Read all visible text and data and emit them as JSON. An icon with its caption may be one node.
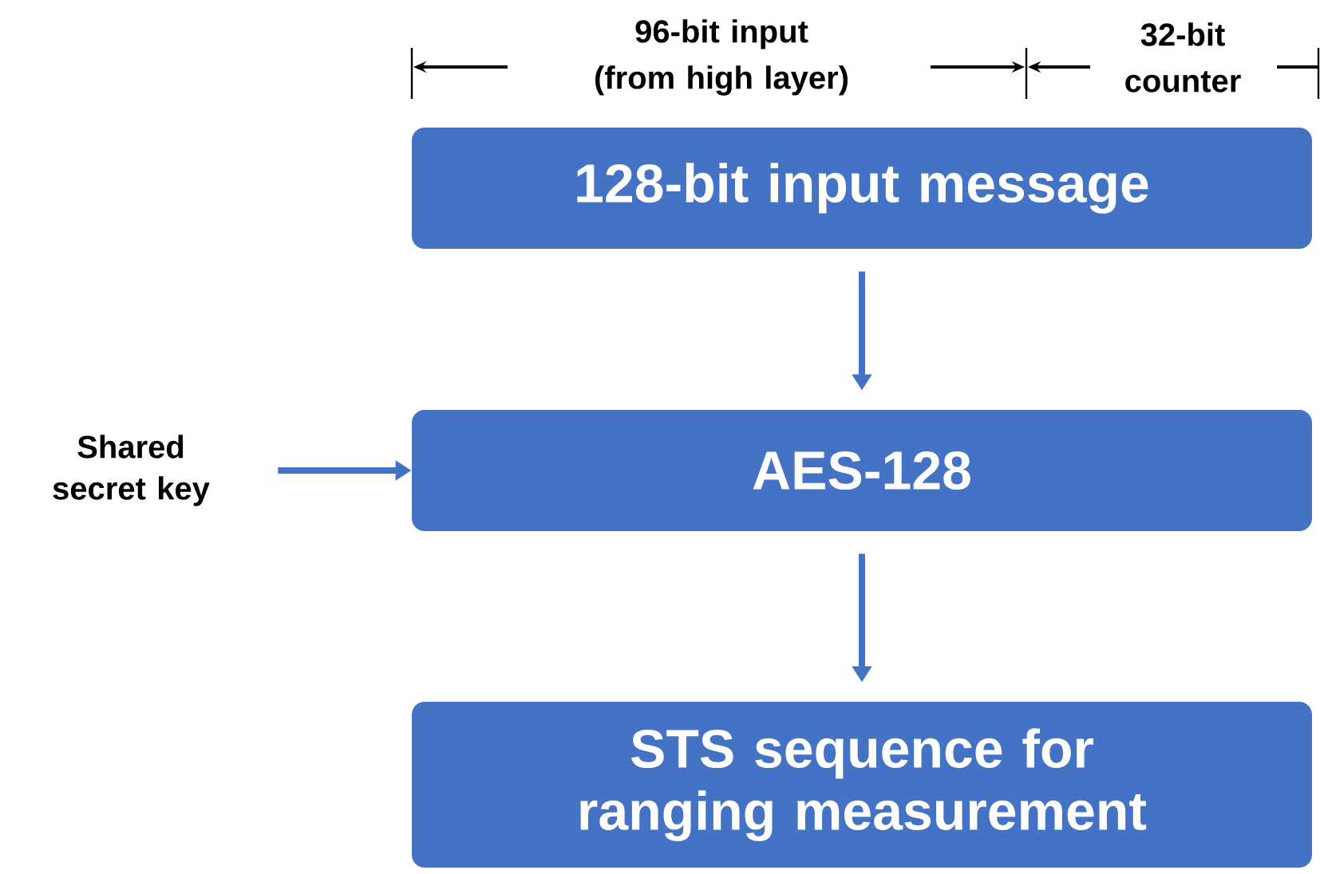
{
  "diagram": {
    "nodes": [
      {
        "text": [
          "128-bit input message"
        ]
      },
      {
        "text": [
          "AES-128"
        ]
      },
      {
        "text": [
          "STS sequence for ranging measurement"
        ]
      },
      {
        "text": [
          "Shared secret key"
        ]
      }
    ],
    "edges": [
      {
        "from": 0,
        "to": 1,
        "arrow": "to"
      },
      {
        "from": 1,
        "to": 2,
        "arrow": "to"
      },
      {
        "from": 3,
        "to": 1,
        "arrow": "to"
      }
    ],
    "labels": [
      "96-bit input (from high layer)",
      "32-bit counter"
    ]
  }
}
